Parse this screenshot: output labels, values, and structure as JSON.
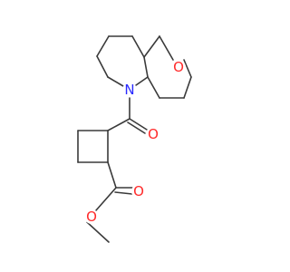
{
  "molecule": {
    "atoms": {
      "ring_oxygen": {
        "symbol": "O",
        "color": "#ff2a2a"
      },
      "amide_nitrogen": {
        "symbol": "N",
        "color": "#2a2aff"
      },
      "carbonyl_oxygen": {
        "symbol": "O",
        "color": "#ff2a2a"
      },
      "ester_carbonyl_oxygen": {
        "symbol": "O",
        "color": "#ff2a2a"
      },
      "ester_oxygen": {
        "symbol": "O",
        "color": "#ff2a2a"
      }
    },
    "bond_color": "#3a3a3a",
    "background": "#ffffff"
  }
}
